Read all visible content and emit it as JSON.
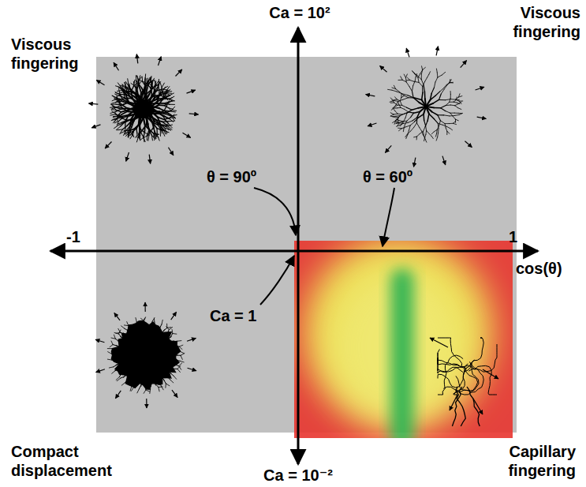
{
  "diagram": {
    "labels": [
      "Viscous fingering",
      "Ca = 10²",
      "Viscous fingering",
      "θ = 90º",
      "θ = 60º",
      "-1",
      "1",
      "cos(θ)",
      "Ca = 1",
      "Compact displacement",
      "Ca = 10⁻²",
      "Capillary fingering"
    ]
  }
}
